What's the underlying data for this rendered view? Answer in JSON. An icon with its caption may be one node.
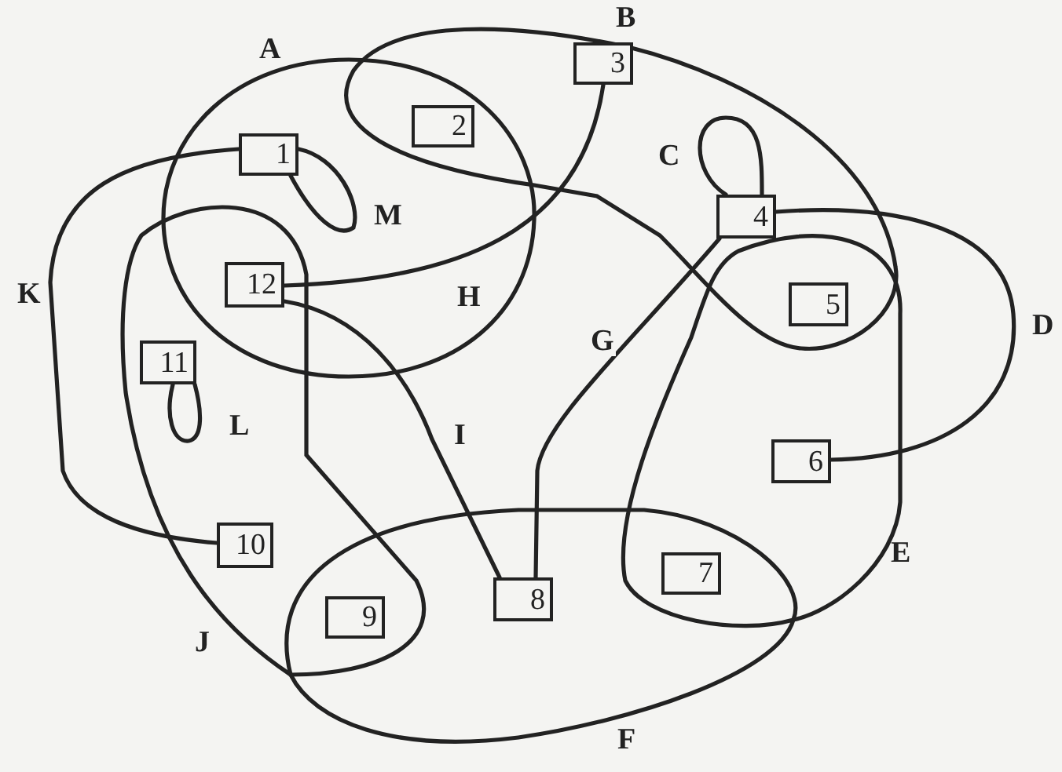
{
  "diagram": {
    "nodes": [
      {
        "text": [
          "A"
        ]
      },
      {
        "text": [
          "1"
        ],
        "in": 0
      },
      {
        "text": [
          "2"
        ]
      },
      {
        "text": [
          "B"
        ]
      },
      {
        "text": [
          "3"
        ],
        "in": 3
      },
      {
        "text": [
          "4"
        ],
        "in": 3
      },
      {
        "text": [
          "5"
        ]
      },
      {
        "text": [
          "E"
        ]
      },
      {
        "text": [
          "6"
        ],
        "in": 7
      },
      {
        "text": [
          "12"
        ]
      },
      {
        "text": [
          "J"
        ]
      },
      {
        "text": [
          "11"
        ],
        "in": 10
      },
      {
        "text": [
          "10"
        ],
        "in": 10
      },
      {
        "text": [
          "F"
        ]
      },
      {
        "text": [
          "7"
        ]
      },
      {
        "text": [
          "8"
        ],
        "in": 13
      },
      {
        "text": [
          "9"
        ]
      }
    ],
    "edges": [
      {
        "from": 9,
        "to": 4,
        "arrow": "none",
        "label": "H"
      },
      {
        "from": 9,
        "to": 15,
        "arrow": "none",
        "label": "I"
      },
      {
        "from": 5,
        "to": 15,
        "arrow": "none",
        "label": "G"
      },
      {
        "from": 5,
        "to": 8,
        "arrow": "none",
        "label": "D"
      },
      {
        "from": 1,
        "to": 12,
        "arrow": "none",
        "label": "K"
      },
      {
        "from": 5,
        "to": 5,
        "arrow": "none",
        "label": "C"
      },
      {
        "from": 1,
        "to": 1,
        "arrow": "none",
        "label": "M"
      },
      {
        "from": 11,
        "to": 11,
        "arrow": "none",
        "label": "L"
      }
    ]
  }
}
